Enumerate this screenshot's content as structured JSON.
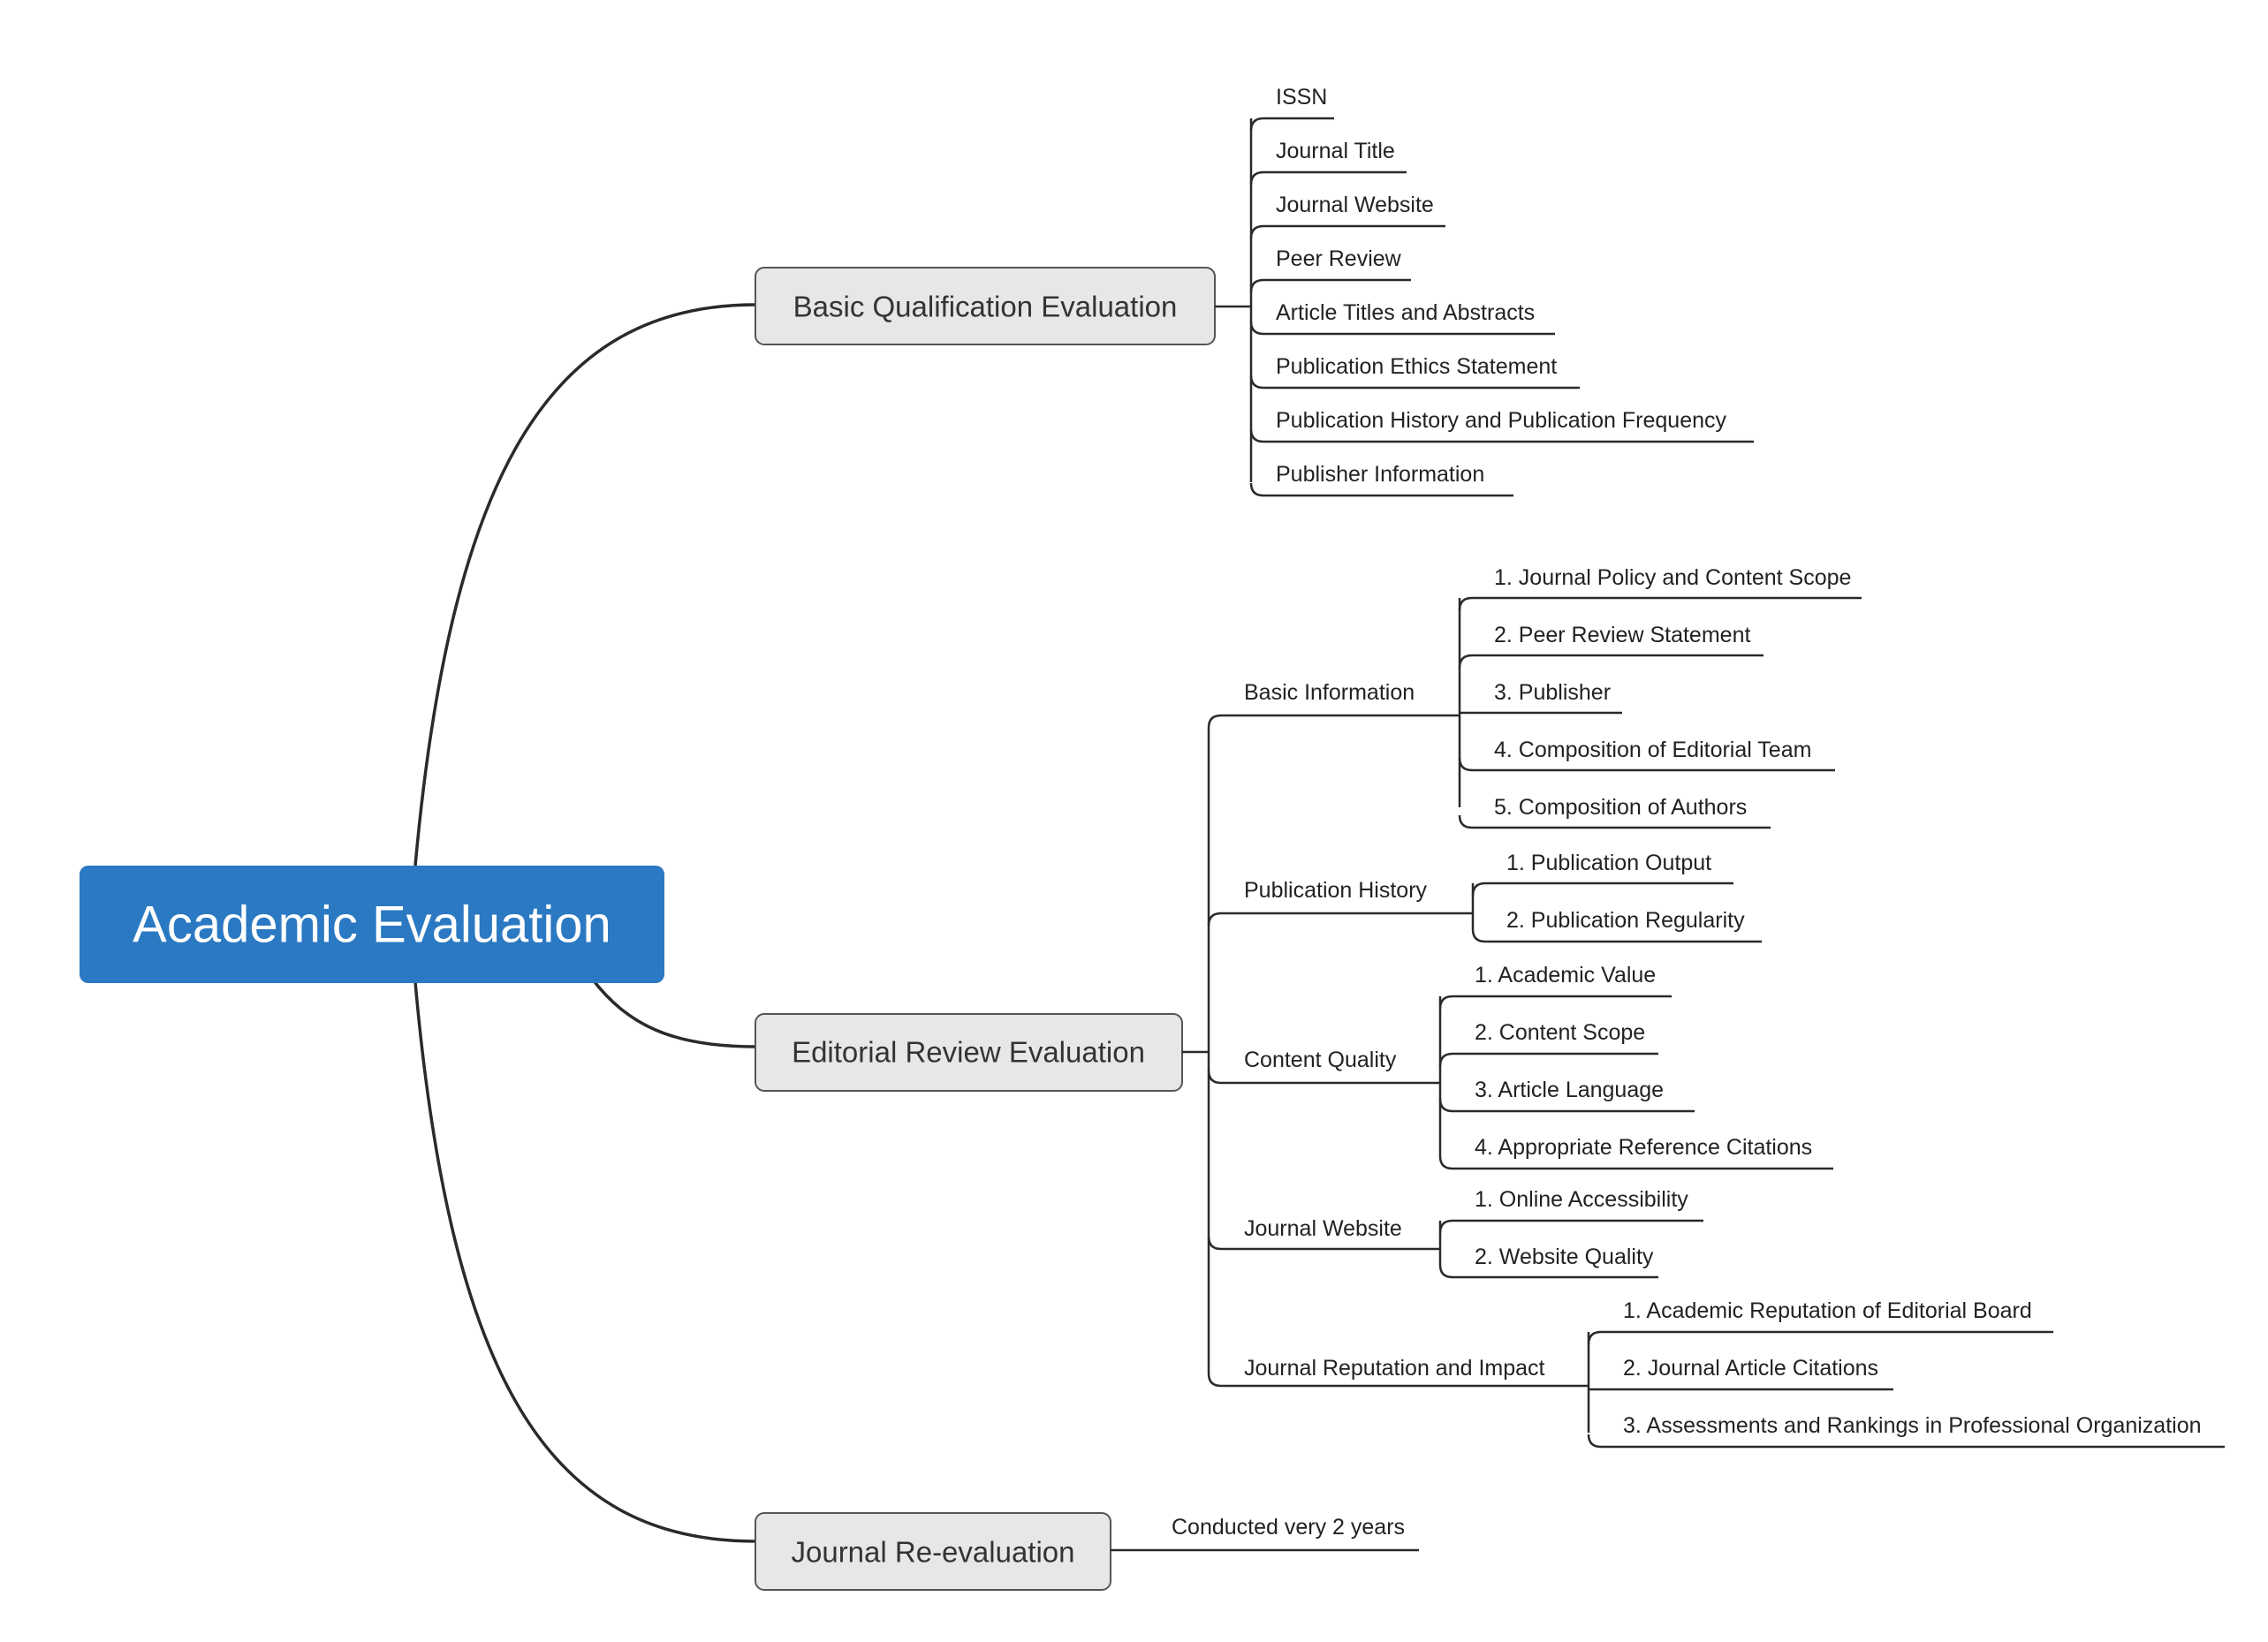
{
  "root": {
    "label": "Academic Evaluation",
    "color": "#2b79c2"
  },
  "branches": [
    {
      "label": "Basic Qualification Evaluation",
      "children": [
        {
          "label": "ISSN"
        },
        {
          "label": "Journal Title"
        },
        {
          "label": "Journal Website"
        },
        {
          "label": "Peer Review"
        },
        {
          "label": "Article Titles and Abstracts"
        },
        {
          "label": "Publication Ethics Statement"
        },
        {
          "label": "Publication History and Publication Frequency"
        },
        {
          "label": "Publisher Information"
        }
      ]
    },
    {
      "label": "Editorial Review Evaluation",
      "children": [
        {
          "label": "Basic Information",
          "children": [
            {
              "label": "1. Journal Policy and Content Scope"
            },
            {
              "label": "2. Peer Review Statement"
            },
            {
              "label": "3. Publisher"
            },
            {
              "label": "4. Composition of Editorial Team"
            },
            {
              "label": "5. Composition of Authors"
            }
          ]
        },
        {
          "label": "Publication History",
          "children": [
            {
              "label": "1. Publication Output"
            },
            {
              "label": "2. Publication Regularity"
            }
          ]
        },
        {
          "label": "Content Quality",
          "children": [
            {
              "label": "1. Academic Value"
            },
            {
              "label": "2. Content Scope"
            },
            {
              "label": "3. Article Language"
            },
            {
              "label": "4. Appropriate Reference Citations"
            }
          ]
        },
        {
          "label": "Journal Website",
          "children": [
            {
              "label": "1. Online Accessibility"
            },
            {
              "label": "2. Website Quality"
            }
          ]
        },
        {
          "label": "Journal Reputation and Impact",
          "children": [
            {
              "label": "1. Academic Reputation of Editorial Board"
            },
            {
              "label": "2. Journal Article Citations"
            },
            {
              "label": "3. Assessments and Rankings in Professional Organization"
            }
          ]
        }
      ]
    },
    {
      "label": "Journal Re-evaluation",
      "children": [
        {
          "label": "Conducted very 2 years"
        }
      ]
    }
  ]
}
